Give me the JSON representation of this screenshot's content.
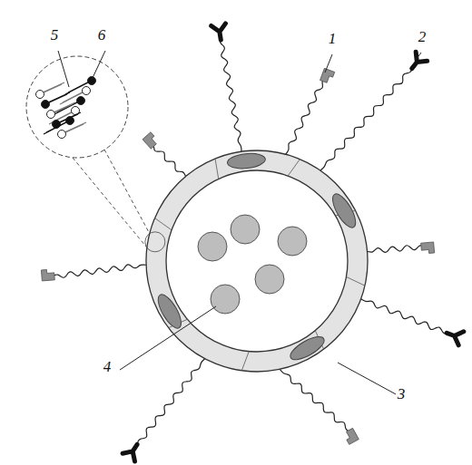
{
  "diagram": {
    "labels": [
      "5",
      "6",
      "1",
      "2",
      "4",
      "3"
    ]
  }
}
